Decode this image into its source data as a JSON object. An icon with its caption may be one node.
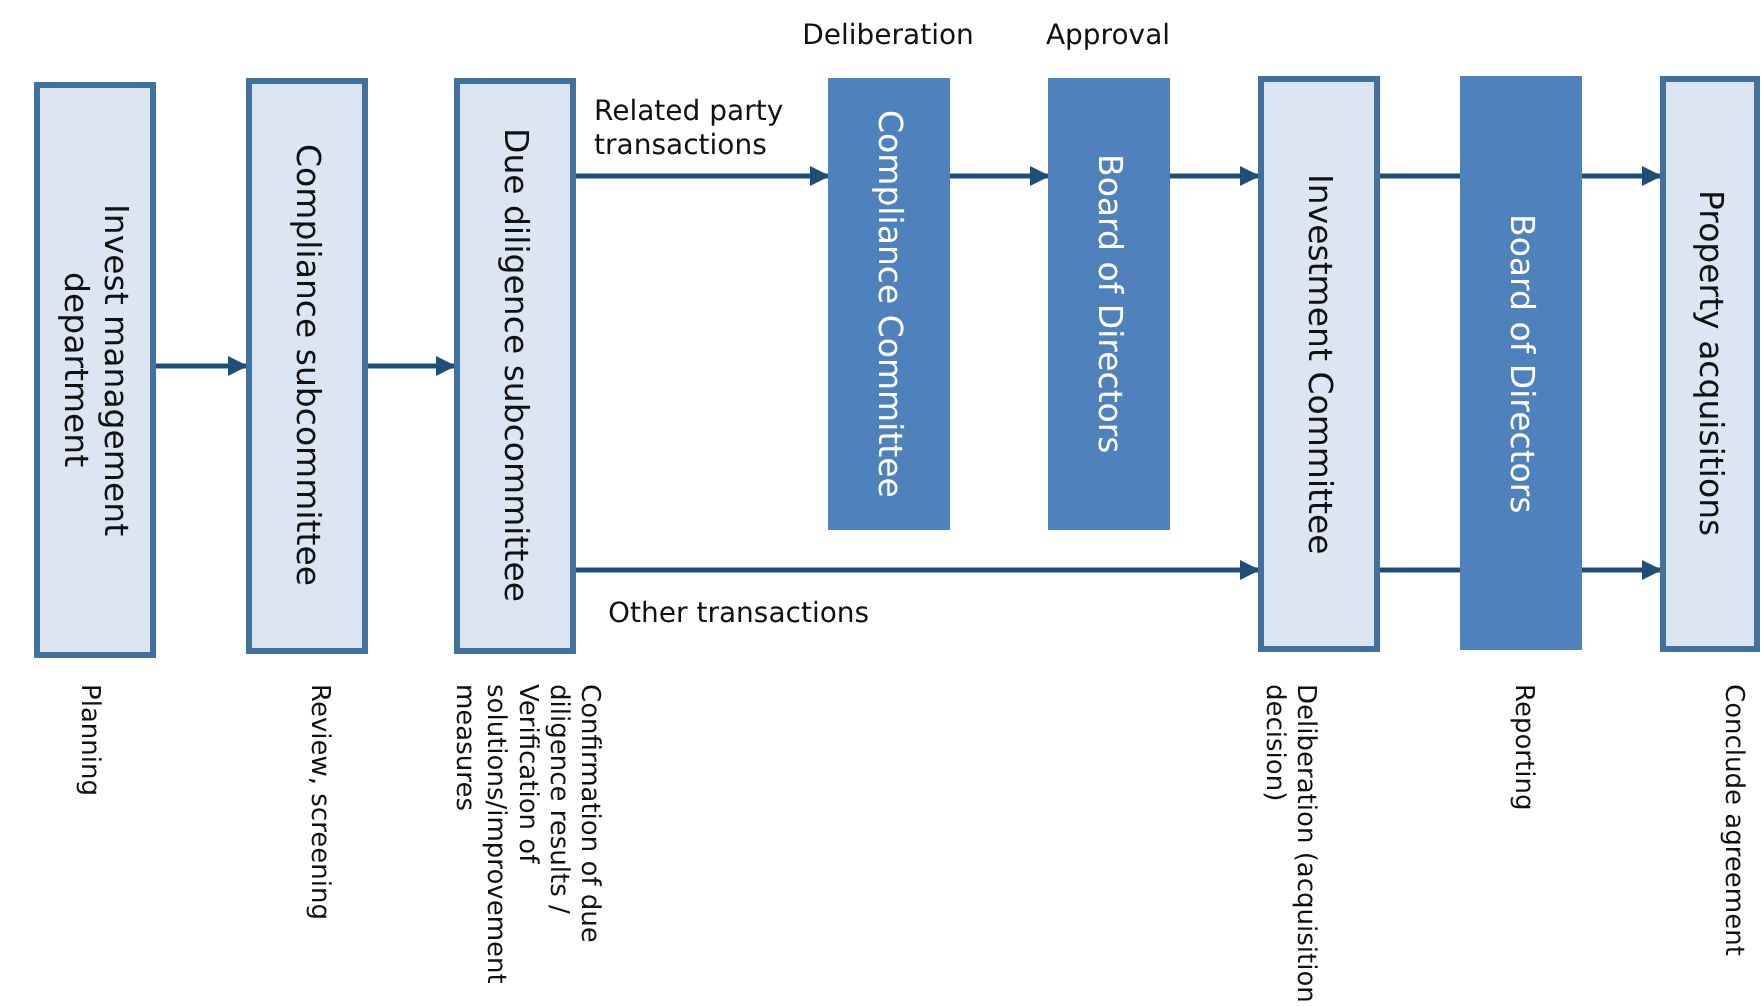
{
  "diagram": {
    "nodes": [
      {
        "text": [
          "Invest management department"
        ],
        "beside": [
          "Planning"
        ]
      },
      {
        "text": [
          "Compliance subcommittee"
        ],
        "beside": [
          "Review, screening"
        ]
      },
      {
        "text": [
          "Due diligence subcommittee"
        ],
        "beside": [
          "Confirmation of due diligence results / Verification of solutions/improvement measures"
        ]
      },
      {
        "text": [
          "Compliance Committee"
        ],
        "beside": [
          "Deliberation"
        ]
      },
      {
        "text": [
          "Board of Directors"
        ],
        "beside": [
          "Approval"
        ]
      },
      {
        "text": [
          "Investment Committee"
        ],
        "beside": [
          "Deliberation (acquisition decision)"
        ]
      },
      {
        "text": [
          "Board of Directors"
        ],
        "beside": [
          "Reporting"
        ]
      },
      {
        "text": [
          "Property acquisitions"
        ],
        "beside": [
          "Conclude agreement"
        ]
      }
    ],
    "edges": [
      {
        "from": 0,
        "to": 1,
        "arrow": "to"
      },
      {
        "from": 1,
        "to": 2,
        "arrow": "to"
      },
      {
        "from": 2,
        "to": 3,
        "arrow": "to",
        "label": "Related party transactions"
      },
      {
        "from": 3,
        "to": 4,
        "arrow": "to"
      },
      {
        "from": 4,
        "to": 5,
        "arrow": "to"
      },
      {
        "from": 2,
        "to": 5,
        "arrow": "to",
        "label": "Other transactions"
      },
      {
        "from": 5,
        "to": 6,
        "arrow": "none"
      },
      {
        "from": 6,
        "to": 7,
        "arrow": "to"
      },
      {
        "from": 5,
        "to": 6,
        "arrow": "none"
      },
      {
        "from": 6,
        "to": 7,
        "arrow": "to"
      }
    ]
  }
}
